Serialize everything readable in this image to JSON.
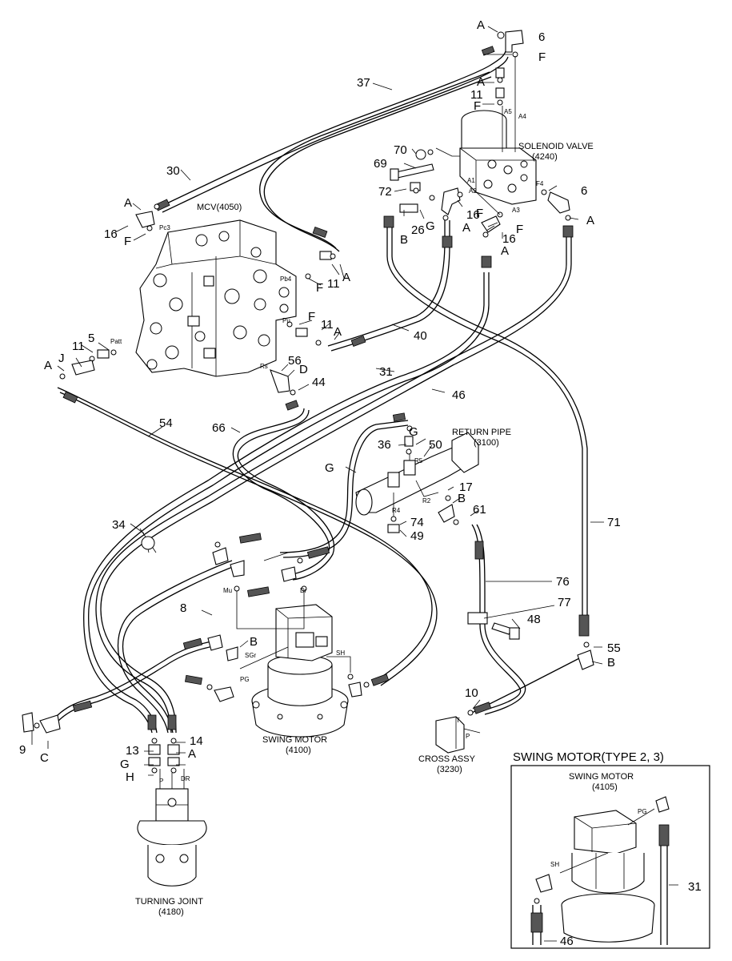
{
  "components": {
    "mcv": "MCV(4050)",
    "solenoid_valve": [
      "SOLENOID VALVE",
      "(4240)"
    ],
    "return_pipe": [
      "RETURN PIPE",
      "(3100)"
    ],
    "swing_motor": [
      "SWING MOTOR",
      "(4100)"
    ],
    "cross_assy": [
      "CROSS ASSY",
      "(3230)"
    ],
    "turning_joint": [
      "TURNING JOINT",
      "(4180)"
    ]
  },
  "inset": {
    "title": "SWING MOTOR(TYPE 2, 3)",
    "component": [
      "SWING MOTOR",
      "(4105)"
    ],
    "callouts": [
      "31",
      "46"
    ],
    "ports": [
      "PG",
      "SH"
    ]
  },
  "callouts": [
    "A",
    "6",
    "F",
    "37",
    "A",
    "11",
    "F",
    "70",
    "69",
    "72",
    "26",
    "B",
    "G",
    "16",
    "A",
    "F",
    "6",
    "A",
    "16",
    "F",
    "A",
    "30",
    "A",
    "16",
    "F",
    "11",
    "A",
    "F",
    "11",
    "A",
    "F",
    "11",
    "A",
    "5",
    "J",
    "56",
    "D",
    "44",
    "40",
    "31",
    "46",
    "54",
    "66",
    "36",
    "G",
    "50",
    "G",
    "17",
    "B",
    "61",
    "74",
    "49",
    "71",
    "34",
    "76",
    "77",
    "48",
    "8",
    "B",
    "55",
    "B",
    "10",
    "9",
    "C",
    "14",
    "A",
    "13",
    "G",
    "H"
  ],
  "ports": [
    "A4",
    "A5",
    "A1",
    "A2",
    "A3",
    "F4",
    "Pc3",
    "Pb4",
    "Pu",
    "Patt",
    "Rs",
    "R5",
    "R4",
    "R2",
    "Mu",
    "Dr",
    "SGr",
    "PG",
    "SH",
    "T",
    "P",
    "P",
    "DR"
  ]
}
